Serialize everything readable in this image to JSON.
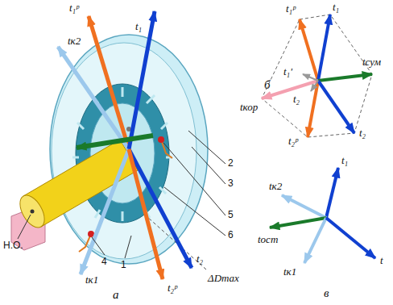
{
  "diagram": {
    "labels": [
      "t₁ᵖ",
      "tк2",
      "t₁",
      "2",
      "3",
      "5",
      "6",
      "Н.О.",
      "4",
      "1",
      "ΔDmax",
      "tк1",
      "t₂",
      "t₂ᵖ",
      "а",
      "t₁ᵖ",
      "t₁",
      "tсум",
      "t₁'",
      "t₂",
      "tкор",
      "t₂ᵖ",
      "t₂",
      "б",
      "t₁",
      "tк2",
      "tост",
      "tк1",
      "t",
      "в"
    ]
  }
}
